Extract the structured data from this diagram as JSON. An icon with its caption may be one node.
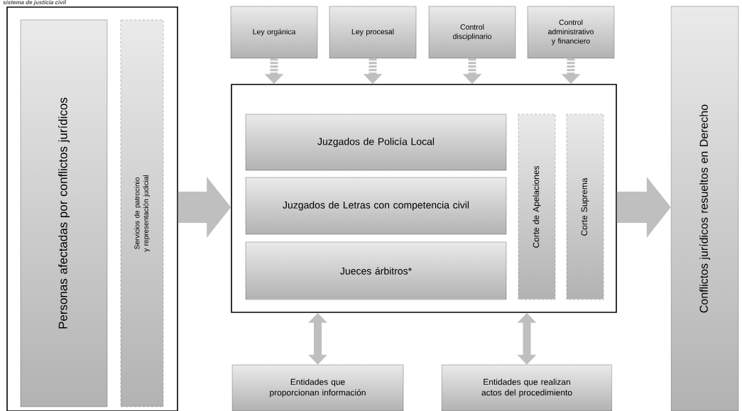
{
  "diagram": {
    "title": "sistema de justicia civil",
    "nodes": [
      {
        "text": [],
        "shape": "box"
      },
      {
        "text": [
          "Personas afectadas por conflictos jurídicos"
        ],
        "in": 0
      },
      {
        "text": [
          "Servicios de patrocinio y representación judicial"
        ],
        "in": 0
      },
      {
        "text": [
          "Ley orgánica"
        ]
      },
      {
        "text": [
          "Ley procesal"
        ]
      },
      {
        "text": [
          "Control disciplinario"
        ]
      },
      {
        "text": [
          "Control administrativo y financiero"
        ]
      },
      {
        "text": [],
        "shape": "box"
      },
      {
        "text": [
          "Juzgados de Policía Local"
        ],
        "in": 7
      },
      {
        "text": [
          "Juzgados de Letras con competencia civil"
        ],
        "in": 7
      },
      {
        "text": [
          "Jueces árbitros*"
        ],
        "in": 7
      },
      {
        "text": [
          "Corte de Apelaciones"
        ],
        "in": 7
      },
      {
        "text": [
          "Corte Suprema"
        ],
        "in": 7
      },
      {
        "text": [
          "Conflictos jurídicos resueltos en Derecho"
        ]
      },
      {
        "text": [
          "Entidades que proporcionan información"
        ]
      },
      {
        "text": [
          "Entidades que realizan actos del procedimiento"
        ]
      }
    ],
    "edges": [
      {
        "from": 0,
        "to": 7,
        "arrow": "to",
        "style": "thick"
      },
      {
        "from": 3,
        "to": 7,
        "arrow": "to",
        "style": "dashed"
      },
      {
        "from": 4,
        "to": 7,
        "arrow": "to",
        "style": "dashed"
      },
      {
        "from": 5,
        "to": 7,
        "arrow": "to",
        "style": "dashed"
      },
      {
        "from": 6,
        "to": 7,
        "arrow": "to",
        "style": "dashed"
      },
      {
        "from": 7,
        "to": 13,
        "arrow": "to",
        "style": "thick"
      },
      {
        "from": 7,
        "to": 14,
        "arrow": "both"
      },
      {
        "from": 7,
        "to": 15,
        "arrow": "both"
      }
    ]
  }
}
